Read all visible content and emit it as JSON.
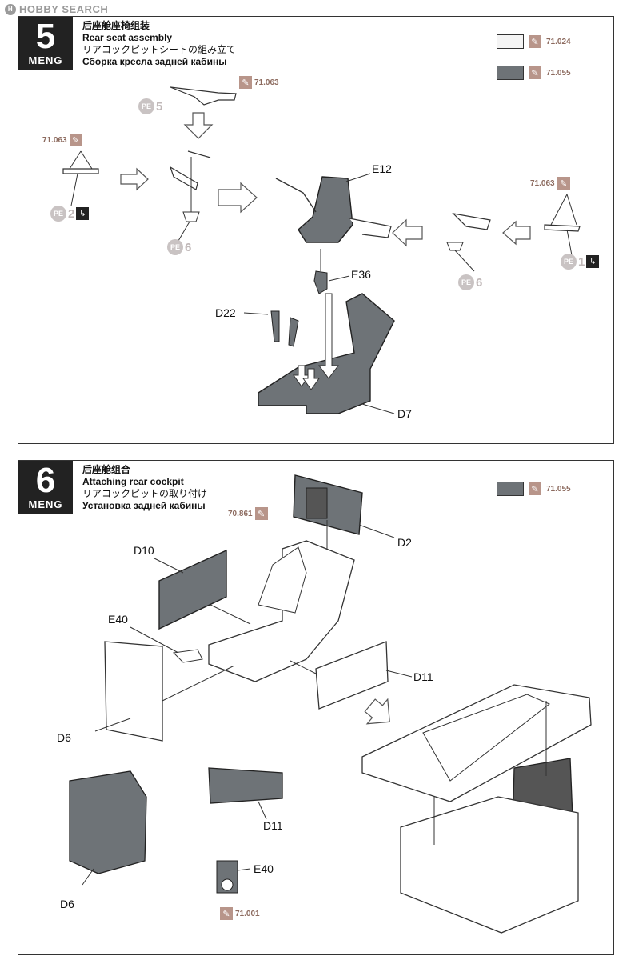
{
  "watermark": "HOBBY SEARCH",
  "step5": {
    "number": "5",
    "brand": "MENG",
    "title_cn": "后座舱座椅组装",
    "title_en": "Rear seat assembly",
    "title_jp": "リアコックピットシートの組み立て",
    "title_ru": "Сборка кресла задней кабины",
    "legend": [
      {
        "code": "71.024",
        "color": "#f4f4f4"
      },
      {
        "code": "71.055",
        "color": "#6e7377"
      }
    ],
    "paints": {
      "p1": "71.063",
      "p2": "71.063",
      "p3": "71.063"
    },
    "pe": {
      "pe5": "5",
      "pe2": "2",
      "pe6a": "6",
      "pe6b": "6",
      "pe1": "1"
    },
    "labels": {
      "e12": "E12",
      "e36": "E36",
      "d22": "D22",
      "d7": "D7"
    }
  },
  "step6": {
    "number": "6",
    "brand": "MENG",
    "title_cn": "后座舱组合",
    "title_en": "Attaching rear cockpit",
    "title_jp": "リアコックピットの取り付け",
    "title_ru": "Установка задней кабины",
    "legend": [
      {
        "code": "71.055",
        "color": "#6e7377"
      }
    ],
    "paints": {
      "p1": "70.861",
      "p2": "71.001"
    },
    "labels": {
      "d2": "D2",
      "d10": "D10",
      "e40": "E40",
      "d11": "D11",
      "d6": "D6",
      "d11b": "D11",
      "e40b": "E40",
      "d6b": "D6"
    }
  },
  "icons": {
    "brush": "paint-brush-icon",
    "fold": "bend-part-icon",
    "arrow": "assembly-arrow-icon"
  }
}
